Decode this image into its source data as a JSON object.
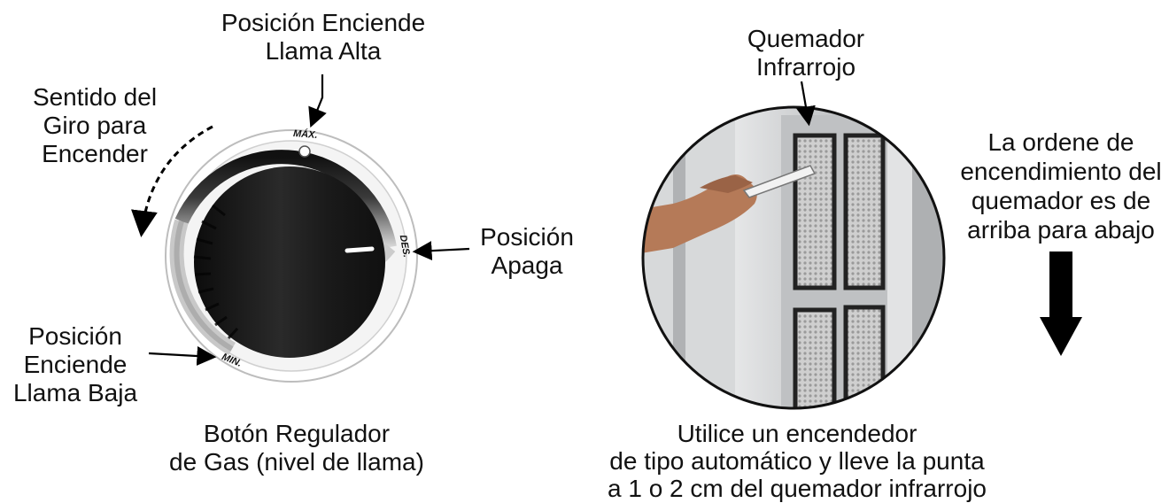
{
  "knob_panel": {
    "label_max_position": [
      "Posición Enciende",
      "Llama Alta"
    ],
    "label_rotation": [
      "Sentido del",
      "Giro para",
      "Encender"
    ],
    "label_off_position": [
      "Posición",
      "Apaga"
    ],
    "label_min_position": [
      "Posición",
      "Enciende",
      "Llama Baja"
    ],
    "caption": [
      "Botón Regulador",
      "de Gas (nivel de llama)"
    ],
    "dial_marks": {
      "max": "MÁX.",
      "off": "DES.",
      "min": "MIN."
    }
  },
  "burner_panel": {
    "label_burner": [
      "Quemador",
      "Infrarrojo"
    ],
    "label_order": [
      "La ordene de",
      "encendimiento del",
      "quemador es de",
      "arriba para abajo"
    ],
    "caption": [
      "Utilice un encendedor",
      "de tipo automático y lleve la punta",
      "a 1 o 2 cm del quemador infrarrojo"
    ]
  },
  "colors": {
    "text": "#111111",
    "knob": "#1b1b1b",
    "photo_metal": "#c9cacc",
    "arrow": "#000000"
  }
}
